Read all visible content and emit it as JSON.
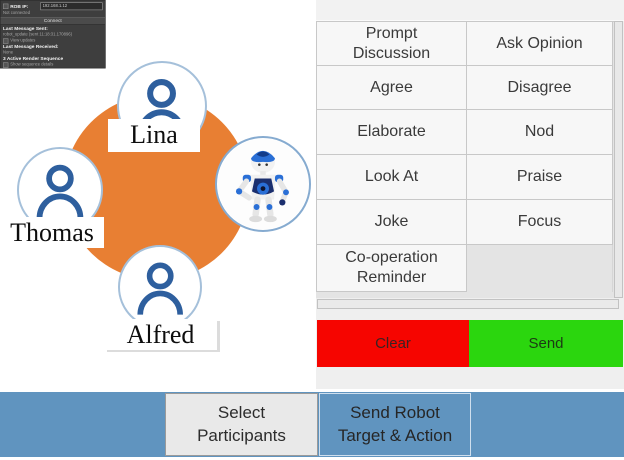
{
  "debug_panel": {
    "ip_label": "ROB IP:",
    "ip_value": "192.168.1.12",
    "status": "Not connected",
    "connect_label": "Connect",
    "last_sent_label": "Last Message Sent:",
    "last_sent_value": "robot_update (sent 11:18:31.170896)",
    "view_updates_label": "View updates",
    "last_received_label": "Last Message Received:",
    "last_received_value": "None",
    "sequence_label": "3 Active Render Sequence",
    "sequence_option_label": "Show sequence details"
  },
  "diagram": {
    "participants": [
      "Lina",
      "Thomas",
      "Alfred"
    ],
    "robot_avatar": "nao-robot",
    "circle_color": "#e87f33",
    "avatar_glyph_color": "#2e5f9e"
  },
  "action_panel": {
    "items": [
      "Prompt Discussion",
      "Ask Opinion",
      "Agree",
      "Disagree",
      "Elaborate",
      "Nod",
      "Look At",
      "Praise",
      "Joke",
      "Focus",
      "Co-operation Reminder"
    ]
  },
  "command_bar": {
    "clear_label": "Clear",
    "send_label": "Send",
    "clear_color": "#f60500",
    "send_color": "#2bd60e"
  },
  "bottom_bar": {
    "bar_color": "#6094bf",
    "select_participants": {
      "line1": "Select",
      "line2": "Participants"
    },
    "send_robot": {
      "line1": "Send Robot",
      "line2": "Target & Action"
    }
  }
}
